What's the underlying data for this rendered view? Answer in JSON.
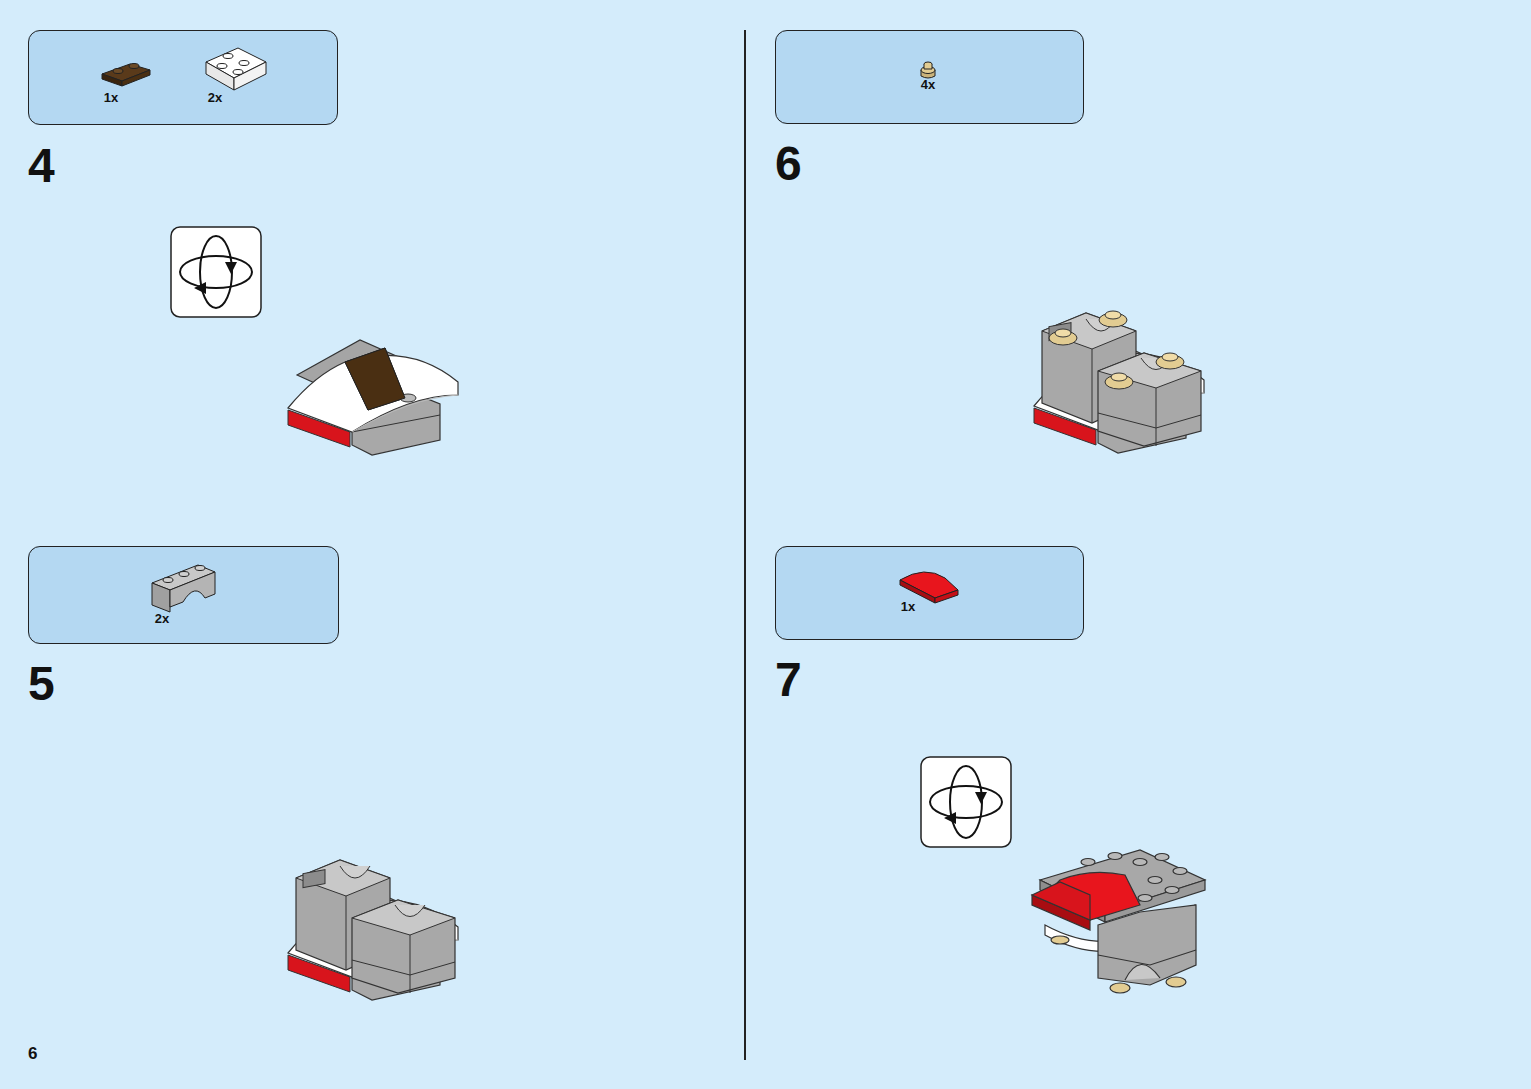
{
  "diagram": {
    "nodes": [
      {
        "text": [
          "1x",
          "2x"
        ]
      },
      {
        "text": [
          "2x"
        ]
      },
      {
        "text": [
          "4x"
        ]
      },
      {
        "text": [
          "1x"
        ]
      }
    ],
    "labels": [
      "4",
      "5",
      "6",
      "7",
      "6"
    ]
  }
}
